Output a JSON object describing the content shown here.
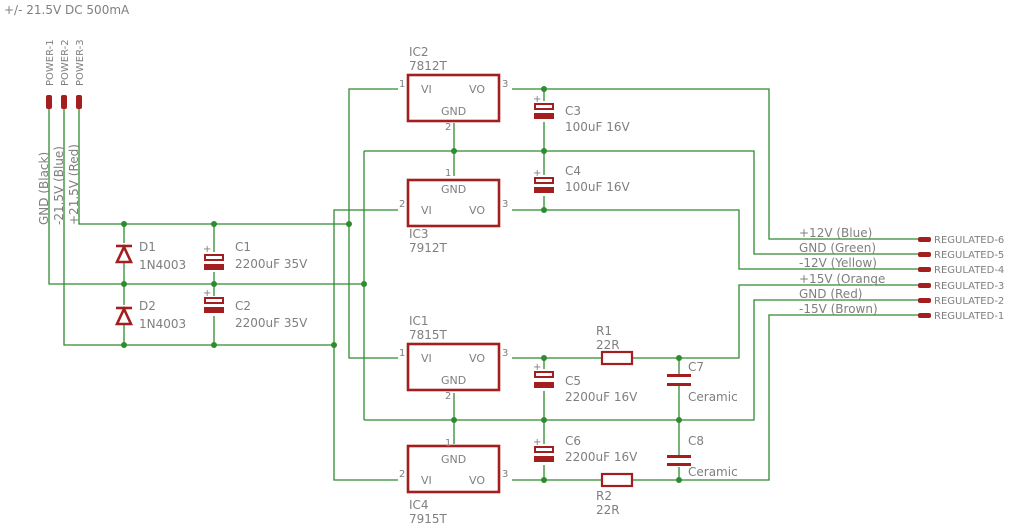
{
  "title": "+/- 21.5V DC 500mA",
  "power": {
    "connectors": [
      "POWER-1",
      "POWER-2",
      "POWER-3"
    ],
    "wires": [
      "GND (Black)",
      "-21.5V (Blue)",
      "+21.5V (Red)"
    ]
  },
  "regulators": [
    {
      "name": "IC2",
      "value": "7812T"
    },
    {
      "name": "IC3",
      "value": "7912T"
    },
    {
      "name": "IC1",
      "value": "7815T"
    },
    {
      "name": "IC4",
      "value": "7915T"
    }
  ],
  "pins": {
    "vi": "VI",
    "vo": "VO",
    "gnd": "GND",
    "p1": "1",
    "p2": "2",
    "p3": "3"
  },
  "diodes": [
    {
      "name": "D1",
      "value": "1N4003"
    },
    {
      "name": "D2",
      "value": "1N4003"
    }
  ],
  "capacitors": [
    {
      "name": "C1",
      "value": "2200uF 35V"
    },
    {
      "name": "C2",
      "value": "2200uF 35V"
    },
    {
      "name": "C3",
      "value": "100uF 16V"
    },
    {
      "name": "C4",
      "value": "100uF 16V"
    },
    {
      "name": "C5",
      "value": "2200uF 16V"
    },
    {
      "name": "C6",
      "value": "2200uF 16V"
    },
    {
      "name": "C7",
      "value": "Ceramic"
    },
    {
      "name": "C8",
      "value": "Ceramic"
    }
  ],
  "resistors": [
    {
      "name": "R1",
      "value": "22R"
    },
    {
      "name": "R2",
      "value": "22R"
    }
  ],
  "outputs": [
    {
      "wire": "+12V (Blue)",
      "connector": "REGULATED-6"
    },
    {
      "wire": "GND (Green)",
      "connector": "REGULATED-5"
    },
    {
      "wire": "-12V (Yellow)",
      "connector": "REGULATED-4"
    },
    {
      "wire": "+15V (Orange",
      "connector": "REGULATED-3"
    },
    {
      "wire": "GND (Red)",
      "connector": "REGULATED-2"
    },
    {
      "wire": "-15V (Brown)",
      "connector": "REGULATED-1"
    }
  ]
}
